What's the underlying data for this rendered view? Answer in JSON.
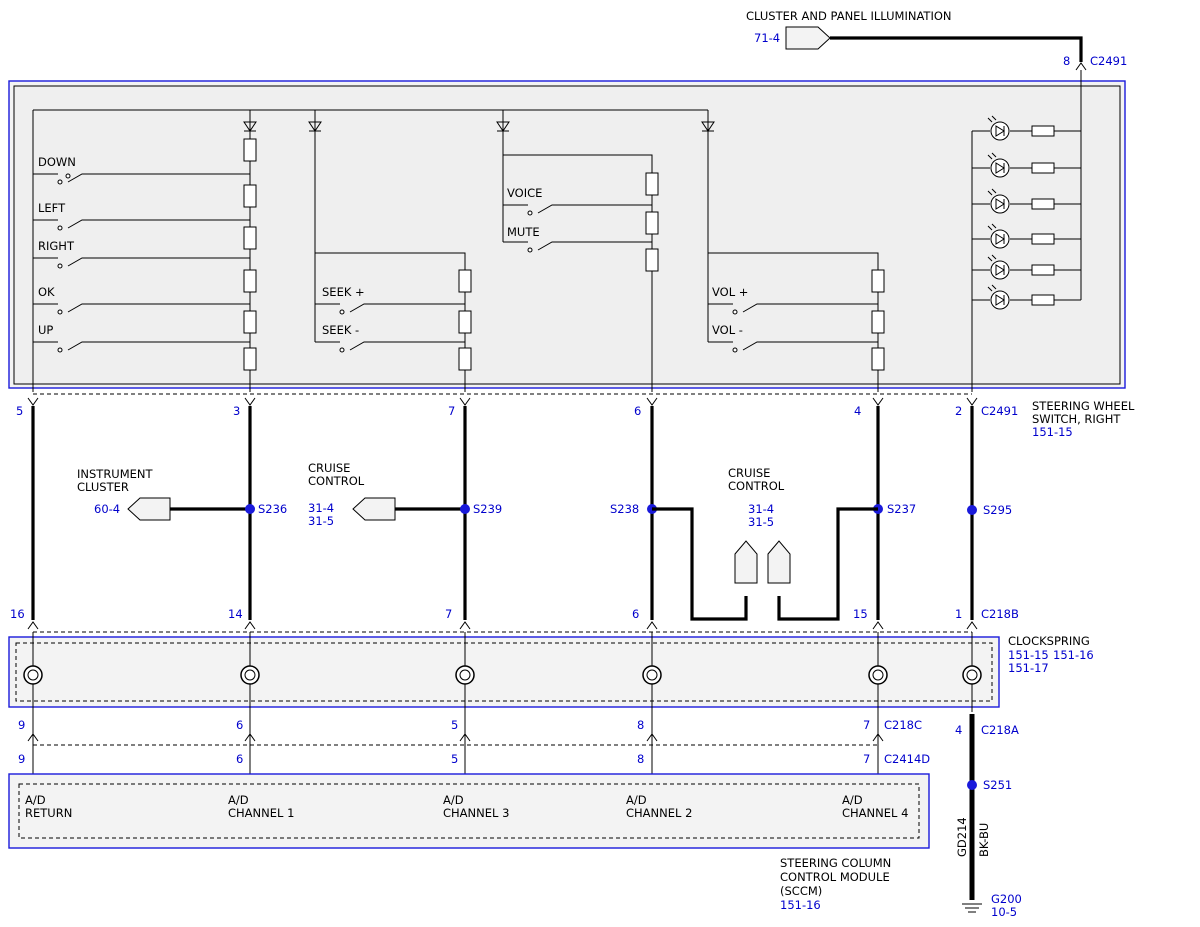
{
  "top_connector": {
    "title": "CLUSTER AND PANEL ILLUMINATION",
    "ref": "71-4",
    "pin": "8",
    "name": "C2491"
  },
  "switch_module": {
    "name_line1": "STEERING WHEEL",
    "name_line2": "SWITCH, RIGHT",
    "ref": "151-15",
    "connector": "C2491",
    "switches": [
      "DOWN",
      "LEFT",
      "RIGHT",
      "OK",
      "UP",
      "SEEK +",
      "SEEK -",
      "VOICE",
      "MUTE",
      "VOL +",
      "VOL -"
    ]
  },
  "pins_top": [
    "5",
    "3",
    "7",
    "6",
    "4",
    "2"
  ],
  "splices": {
    "s236": "S236",
    "s239": "S239",
    "s238": "S238",
    "s237": "S237",
    "s295": "S295"
  },
  "refs": {
    "instrument_cluster_line1": "INSTRUMENT",
    "instrument_cluster_line2": "CLUSTER",
    "instrument_cluster_ref": "60-4",
    "cruise_left_line1": "CRUISE",
    "cruise_left_line2": "CONTROL",
    "cruise_left_ref1": "31-4",
    "cruise_left_ref2": "31-5",
    "cruise_right_line1": "CRUISE",
    "cruise_right_line2": "CONTROL",
    "cruise_right_ref1": "31-4",
    "cruise_right_ref2": "31-5"
  },
  "clockspring": {
    "title": "CLOCKSPRING",
    "ref1": "151-15",
    "ref2": "151-16",
    "ref3": "151-17",
    "top_connector": "C218B",
    "top_pins": [
      "16",
      "14",
      "7",
      "6",
      "15",
      "1"
    ],
    "bottom_c218c_pins": [
      "9",
      "6",
      "5",
      "8",
      "7"
    ],
    "bottom_c218c_name": "C218C",
    "ground_pin": "4",
    "ground_connector": "C218A"
  },
  "sccm": {
    "connector_pins": [
      "9",
      "6",
      "5",
      "8",
      "7"
    ],
    "connector_name": "C2414D",
    "channels": [
      {
        "line1": "A/D",
        "line2": "RETURN"
      },
      {
        "line1": "A/D",
        "line2": "CHANNEL 1"
      },
      {
        "line1": "A/D",
        "line2": "CHANNEL 3"
      },
      {
        "line1": "A/D",
        "line2": "CHANNEL 2"
      },
      {
        "line1": "A/D",
        "line2": "CHANNEL 4"
      }
    ],
    "name_line1": "STEERING COLUMN",
    "name_line2": "CONTROL MODULE",
    "name_line3": "(SCCM)",
    "ref": "151-16"
  },
  "ground": {
    "splice": "S251",
    "wire": "GD214",
    "color": "BK-BU",
    "ground_name": "G200",
    "ground_ref": "10-5"
  },
  "colors": {
    "frame_blue": "#1a1adb",
    "label_blue": "#0000cc",
    "fill_gray": "#f3f3f3"
  }
}
